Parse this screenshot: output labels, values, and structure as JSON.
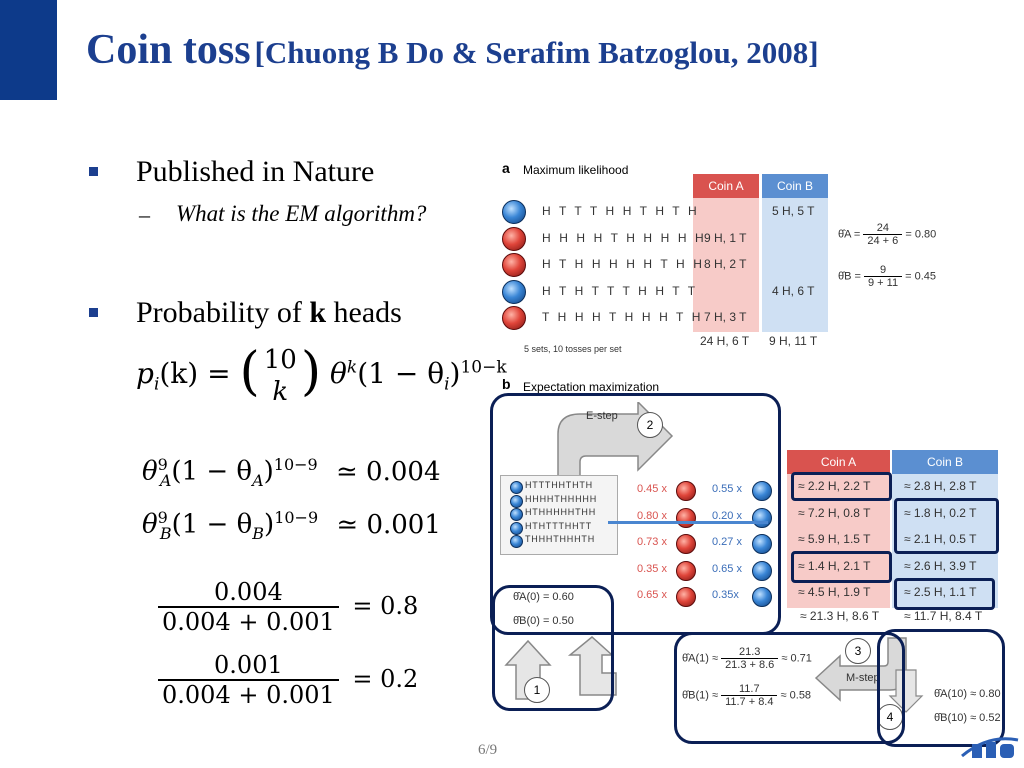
{
  "title": {
    "main": "Coin toss",
    "citation": "[Chuong B Do & Serafim Batzoglou, 2008]"
  },
  "bullets": [
    {
      "text": "Published in Nature",
      "sub": "What is the EM algorithm?"
    },
    {
      "text_before": "Probability of ",
      "bold": "k",
      "text_after": " heads"
    }
  ],
  "formulas": {
    "binomial_lhs": "p",
    "binomial_rest": "(k) = ",
    "binom_top": "10",
    "binom_bottom": "k",
    "binom_tail": "θ",
    "binom_tail2": "(1 − θ",
    "binom_tail3": ")",
    "exp_k": "k",
    "exp_i": "i",
    "exp_10k": "10−k",
    "thetaA_line": "θ",
    "thetaA_rest": "(1 − θ",
    "thetaA_sup1": "9",
    "thetaA_sub1": "A",
    "thetaA_close": ")",
    "thetaA_exp": "10−9",
    "thetaA_val": "≃ 0.004",
    "thetaB_sup1": "9",
    "thetaB_sub1": "B",
    "thetaB_val": "≃ 0.001",
    "frac1_num": "0.004",
    "frac1_den": "0.004 + 0.001",
    "frac1_val": "= 0.8",
    "frac2_num": "0.001",
    "frac2_den": "0.004 + 0.001",
    "frac2_val": "= 0.2"
  },
  "figure": {
    "a_label": "a",
    "a_title": "Maximum likelihood",
    "coinA_header": "Coin A",
    "coinB_header": "Coin B",
    "rows": [
      {
        "seq": "H T T T H H T H T H",
        "a": "",
        "b": "5 H, 5 T",
        "coin": "blue"
      },
      {
        "seq": "H H H H T H H H H H",
        "a": "9 H, 1 T",
        "b": "",
        "coin": "red"
      },
      {
        "seq": "H T H H H H H T H H",
        "a": "8 H, 2 T",
        "b": "",
        "coin": "red"
      },
      {
        "seq": "H T H T T T H H T T",
        "a": "",
        "b": "4 H, 6 T",
        "coin": "blue"
      },
      {
        "seq": "T H H H T H H H T H",
        "a": "7 H, 3 T",
        "b": "",
        "coin": "red"
      }
    ],
    "totalA": "24 H, 6 T",
    "totalB": "9 H, 11 T",
    "sets_note": "5 sets, 10 tosses per set",
    "mleA": {
      "lhs": "θ̂A =",
      "num": "24",
      "den": "24 + 6",
      "val": "= 0.80"
    },
    "mleB": {
      "lhs": "θ̂B =",
      "num": "9",
      "den": "9 + 11",
      "val": "= 0.45"
    },
    "b_label": "b",
    "b_title": "Expectation maximization",
    "estep": "E-step",
    "mstep": "M-step",
    "step_nums": [
      "1",
      "2",
      "3",
      "4"
    ],
    "em_seqs": [
      "HTTTHHTHTH",
      "HHHHTHHHHH",
      "HTHHHHHTHH",
      "HTHTTTHHTT",
      "THHHTHHHTH"
    ],
    "weightsA": [
      "0.45 x",
      "0.80 x",
      "0.73 x",
      "0.35 x",
      "0.65 x"
    ],
    "weightsB": [
      "0.55 x",
      "0.20 x",
      "0.27 x",
      "0.65 x",
      "0.35x"
    ],
    "em_coinA_header": "Coin A",
    "em_coinB_header": "Coin B",
    "em_a": [
      "≈ 2.2 H, 2.2 T",
      "≈ 7.2 H, 0.8 T",
      "≈ 5.9 H, 1.5 T",
      "≈ 1.4 H, 2.1 T",
      "≈ 4.5 H, 1.9 T"
    ],
    "em_b": [
      "≈ 2.8 H, 2.8 T",
      "≈ 1.8 H, 0.2 T",
      "≈ 2.1 H, 0.5 T",
      "≈ 2.6 H, 3.9 T",
      "≈ 2.5 H, 1.1 T"
    ],
    "em_totalA": "≈ 21.3 H, 8.6 T",
    "em_totalB": "≈ 11.7 H, 8.4 T",
    "init_A": "θ̂A(0) = 0.60",
    "init_B": "θ̂B(0) = 0.50",
    "upd_A_lhs": "θ̂A(1) ≈",
    "upd_A_num": "21.3",
    "upd_A_den": "21.3 + 8.6",
    "upd_A_val": "≈ 0.71",
    "upd_B_lhs": "θ̂B(1) ≈",
    "upd_B_num": "11.7",
    "upd_B_den": "11.7 + 8.4",
    "upd_B_val": "≈ 0.58",
    "final_A": "θ̂A(10) ≈ 0.80",
    "final_B": "θ̂B(10) ≈ 0.52"
  },
  "page_number": "6/9",
  "colors": {
    "accent": "#0d3a8a",
    "title": "#1c3f8f",
    "coinA": "#d9534f",
    "coinB": "#5b8fd1"
  }
}
